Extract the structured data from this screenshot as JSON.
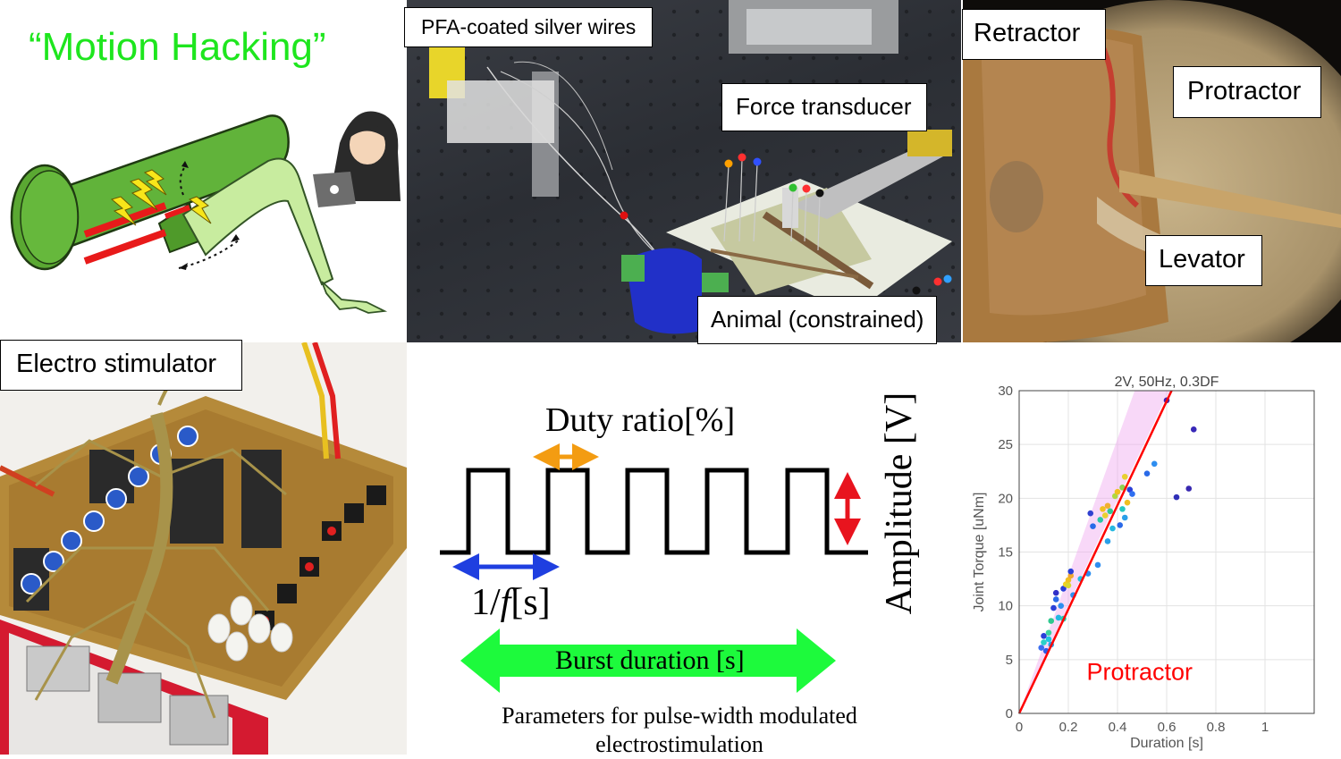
{
  "title": "“Motion Hacking”",
  "labels": {
    "silver_wires": "PFA-coated silver wires",
    "force_transducer": "Force transducer",
    "animal": "Animal (constrained)",
    "retractor": "Retractor",
    "protractor": "Protractor",
    "levator": "Levator",
    "electro_stimulator": "Electro stimulator"
  },
  "pwm": {
    "duty_ratio": "Duty ratio[%]",
    "period": "1/",
    "period_var": "f",
    "period_unit": "[s]",
    "amplitude": "Amplitude [V]",
    "burst_duration": "Burst duration [s]",
    "caption_line1": "Parameters for pulse-width modulated",
    "caption_line2": "electrostimulation"
  },
  "colors": {
    "title_green": "#1ee61e",
    "duty_orange": "#f39c12",
    "period_blue": "#1f3fe0",
    "amplitude_red": "#e8141e",
    "burst_green": "#1dfa3c",
    "fit_red": "#ff0000"
  },
  "chart_data": {
    "type": "scatter",
    "title": "2V, 50Hz, 0.3DF",
    "xlabel": "Duration [s]",
    "ylabel": "Joint Torque [uNm]",
    "xlim": [
      0,
      1.2
    ],
    "ylim": [
      0,
      30
    ],
    "xticks": [
      "0",
      "0.2",
      "0.4",
      "0.6",
      "0.8",
      "1"
    ],
    "yticks": [
      "0",
      "5",
      "10",
      "15",
      "20",
      "25",
      "30"
    ],
    "grid": true,
    "annotation": "Protractor",
    "fit_line": {
      "x": [
        0,
        0.62
      ],
      "y": [
        0,
        30
      ]
    },
    "points": [
      {
        "x": 0.09,
        "y": 6.1,
        "c": "#3b6ef0"
      },
      {
        "x": 0.1,
        "y": 6.6,
        "c": "#2bd0c8"
      },
      {
        "x": 0.1,
        "y": 7.2,
        "c": "#2a3fd8"
      },
      {
        "x": 0.11,
        "y": 5.8,
        "c": "#2b5ae8"
      },
      {
        "x": 0.12,
        "y": 6.9,
        "c": "#1ec8e0"
      },
      {
        "x": 0.12,
        "y": 7.5,
        "c": "#3bd3a0"
      },
      {
        "x": 0.13,
        "y": 6.4,
        "c": "#2aa0e8"
      },
      {
        "x": 0.13,
        "y": 8.6,
        "c": "#30c890"
      },
      {
        "x": 0.14,
        "y": 9.8,
        "c": "#2a3fd8"
      },
      {
        "x": 0.15,
        "y": 11.2,
        "c": "#3030c8"
      },
      {
        "x": 0.15,
        "y": 10.6,
        "c": "#2a6ae8"
      },
      {
        "x": 0.16,
        "y": 8.9,
        "c": "#22b8e0"
      },
      {
        "x": 0.17,
        "y": 10.0,
        "c": "#2e8ef0"
      },
      {
        "x": 0.18,
        "y": 8.8,
        "c": "#28d0b0"
      },
      {
        "x": 0.18,
        "y": 11.6,
        "c": "#2a3fd8"
      },
      {
        "x": 0.19,
        "y": 12.0,
        "c": "#f0d020"
      },
      {
        "x": 0.2,
        "y": 12.4,
        "c": "#f0c020"
      },
      {
        "x": 0.2,
        "y": 11.9,
        "c": "#d8d830"
      },
      {
        "x": 0.21,
        "y": 12.8,
        "c": "#f0a830"
      },
      {
        "x": 0.21,
        "y": 13.2,
        "c": "#2a3fd8"
      },
      {
        "x": 0.22,
        "y": 11.0,
        "c": "#2e8ef0"
      },
      {
        "x": 0.25,
        "y": 12.5,
        "c": "#24c0e0"
      },
      {
        "x": 0.28,
        "y": 13.0,
        "c": "#2a8ef0"
      },
      {
        "x": 0.29,
        "y": 18.6,
        "c": "#3040d0"
      },
      {
        "x": 0.3,
        "y": 17.4,
        "c": "#2a6ae8"
      },
      {
        "x": 0.32,
        "y": 13.8,
        "c": "#2e8ef0"
      },
      {
        "x": 0.33,
        "y": 18.0,
        "c": "#28c8a8"
      },
      {
        "x": 0.34,
        "y": 19.0,
        "c": "#f0c020"
      },
      {
        "x": 0.35,
        "y": 18.4,
        "c": "#e8d030"
      },
      {
        "x": 0.36,
        "y": 19.3,
        "c": "#f0b030"
      },
      {
        "x": 0.36,
        "y": 16.0,
        "c": "#2aa0e8"
      },
      {
        "x": 0.37,
        "y": 18.8,
        "c": "#30c890"
      },
      {
        "x": 0.38,
        "y": 17.2,
        "c": "#26b8e0"
      },
      {
        "x": 0.39,
        "y": 20.2,
        "c": "#b0d840"
      },
      {
        "x": 0.4,
        "y": 20.6,
        "c": "#f0c020"
      },
      {
        "x": 0.41,
        "y": 17.5,
        "c": "#2a6ae8"
      },
      {
        "x": 0.42,
        "y": 19.0,
        "c": "#26c8c0"
      },
      {
        "x": 0.42,
        "y": 21.0,
        "c": "#90d050"
      },
      {
        "x": 0.43,
        "y": 22.0,
        "c": "#e8d030"
      },
      {
        "x": 0.43,
        "y": 18.2,
        "c": "#2aa0e8"
      },
      {
        "x": 0.44,
        "y": 19.6,
        "c": "#f0c020"
      },
      {
        "x": 0.45,
        "y": 20.8,
        "c": "#2a3fd8"
      },
      {
        "x": 0.46,
        "y": 20.4,
        "c": "#2e6ef0"
      },
      {
        "x": 0.52,
        "y": 22.3,
        "c": "#2a6ae8"
      },
      {
        "x": 0.55,
        "y": 23.2,
        "c": "#2e8ef0"
      },
      {
        "x": 0.6,
        "y": 29.1,
        "c": "#4020b0"
      },
      {
        "x": 0.64,
        "y": 20.1,
        "c": "#3030b8"
      },
      {
        "x": 0.69,
        "y": 20.9,
        "c": "#3828b0"
      },
      {
        "x": 0.71,
        "y": 26.4,
        "c": "#3828b8"
      }
    ]
  }
}
